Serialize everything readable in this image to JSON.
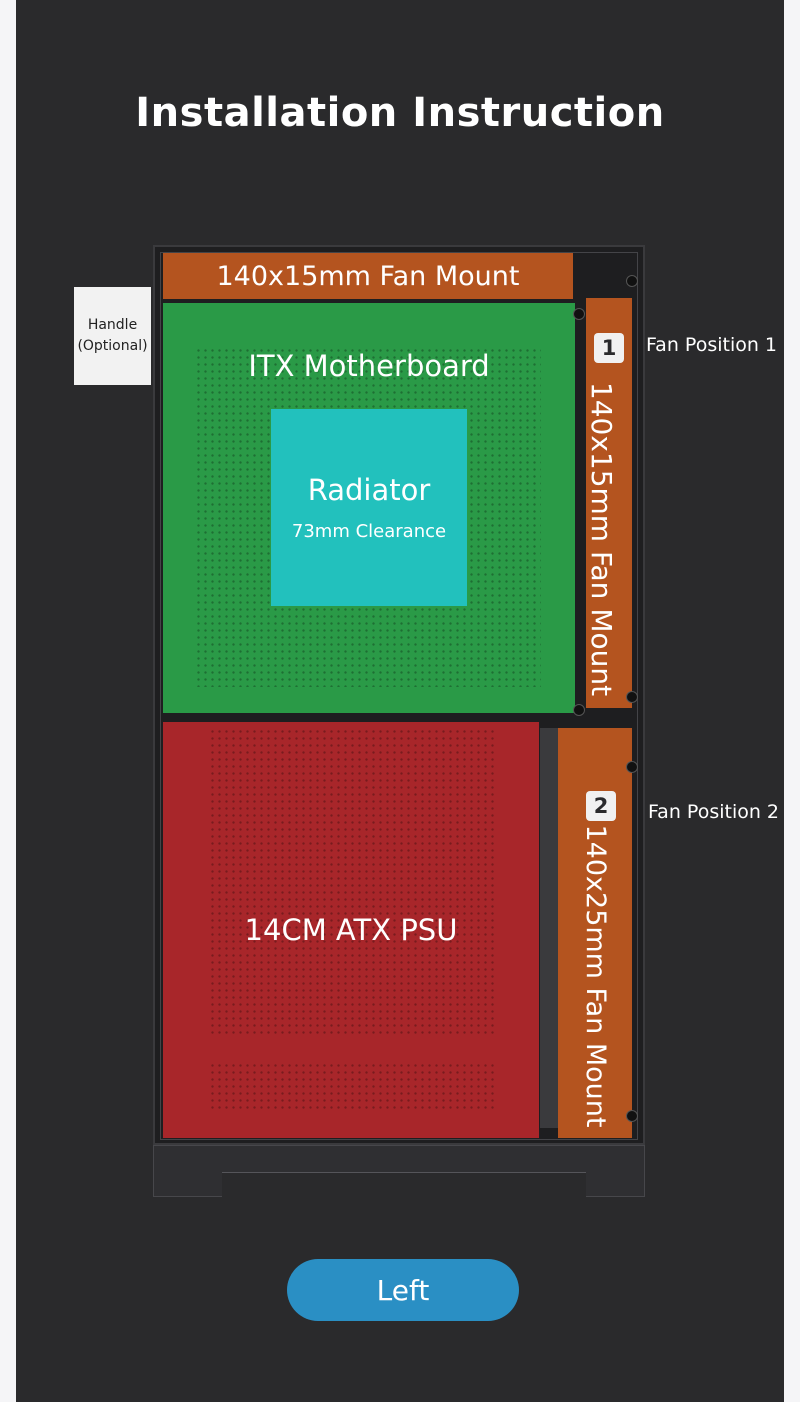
{
  "title": "Installation Instruction",
  "handle": {
    "line1": "Handle",
    "line2": "(Optional)"
  },
  "zones": {
    "top_fan": "140x15mm Fan Mount",
    "motherboard": "ITX Motherboard",
    "radiator_title": "Radiator",
    "radiator_clearance": "73mm Clearance",
    "psu": "14CM ATX PSU",
    "side_fan_1": "140x15mm Fan Mount",
    "side_fan_2": "140x25mm Fan Mount"
  },
  "fan_positions": [
    {
      "number": "1",
      "label": "Fan Position 1"
    },
    {
      "number": "2",
      "label": "Fan Position 2"
    }
  ],
  "button": {
    "label": "Left"
  },
  "colors": {
    "background": "#2a2a2c",
    "fan_mount": "#b4541f",
    "motherboard": "#2a9a47",
    "radiator": "#22c1bd",
    "psu": "#a8262a",
    "button": "#2a8fc4"
  }
}
